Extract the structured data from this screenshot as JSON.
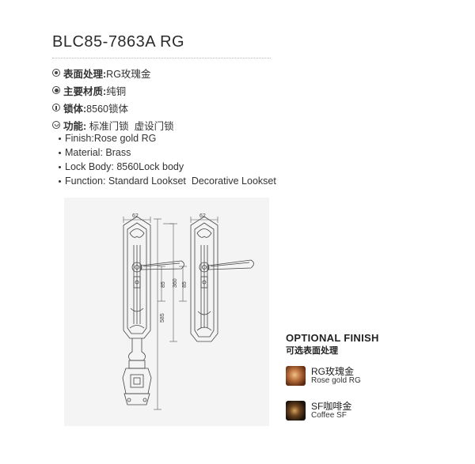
{
  "product": {
    "title": "BLC85-7863A RG"
  },
  "specs_cn": [
    {
      "icon": "finish-icon",
      "label": "表面处理:",
      "value": " RG玫瑰金"
    },
    {
      "icon": "material-icon",
      "label": "主要材质:",
      "value": " 纯铜"
    },
    {
      "icon": "lock-body-icon",
      "label": "锁体:",
      "value": "8560锁体"
    },
    {
      "icon": "function-icon",
      "label": "功能:",
      "value": " 标准门锁  虚设门锁"
    }
  ],
  "specs_en": [
    {
      "text": "Finish:Rose gold RG"
    },
    {
      "text": "Material: Brass"
    },
    {
      "text": "Lock Body: 8560Lock body"
    },
    {
      "text": "Function: Standard Lookset  Decorative Lookset"
    }
  ],
  "drawing": {
    "dim_width_left": "62",
    "dim_width_right": "62",
    "dim_85_left": "85",
    "dim_85_right": "85",
    "dim_360": "360",
    "dim_585": "585"
  },
  "optional_finish": {
    "title": "OPTIONAL FINISH",
    "subtitle": "可选表面处理",
    "items": [
      {
        "cn": "RG玫瑰金",
        "en": "Rose gold RG"
      },
      {
        "cn": "SF咖啡金",
        "en": "Coffee SF"
      }
    ]
  }
}
